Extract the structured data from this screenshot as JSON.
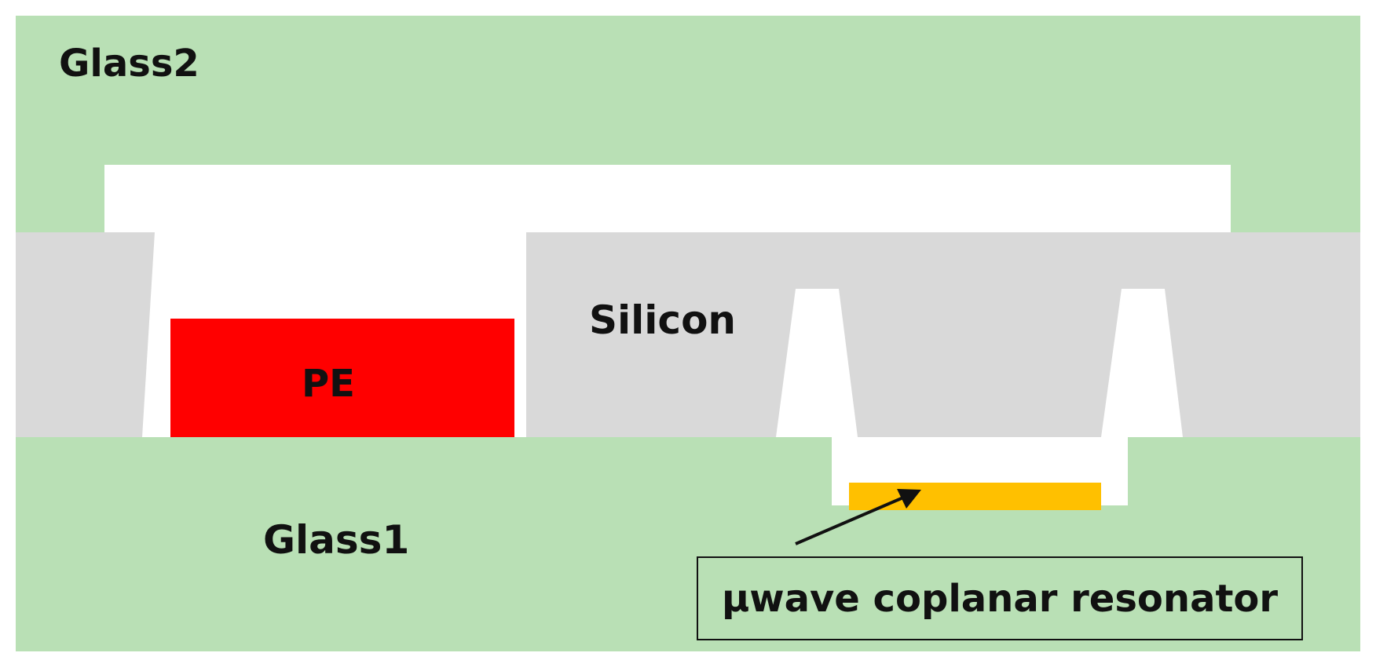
{
  "diagram": {
    "labels": {
      "glass2": "Glass2",
      "silicon": "Silicon",
      "pe": "PE",
      "glass1": "Glass1",
      "resonator": "μwave coplanar resonator"
    },
    "colors": {
      "glass": "#b9e0b5",
      "silicon": "#d9d9d9",
      "cavity": "#ffffff",
      "pe": "#ff0000",
      "resonator": "#ffc000",
      "outline": "#111111"
    }
  }
}
